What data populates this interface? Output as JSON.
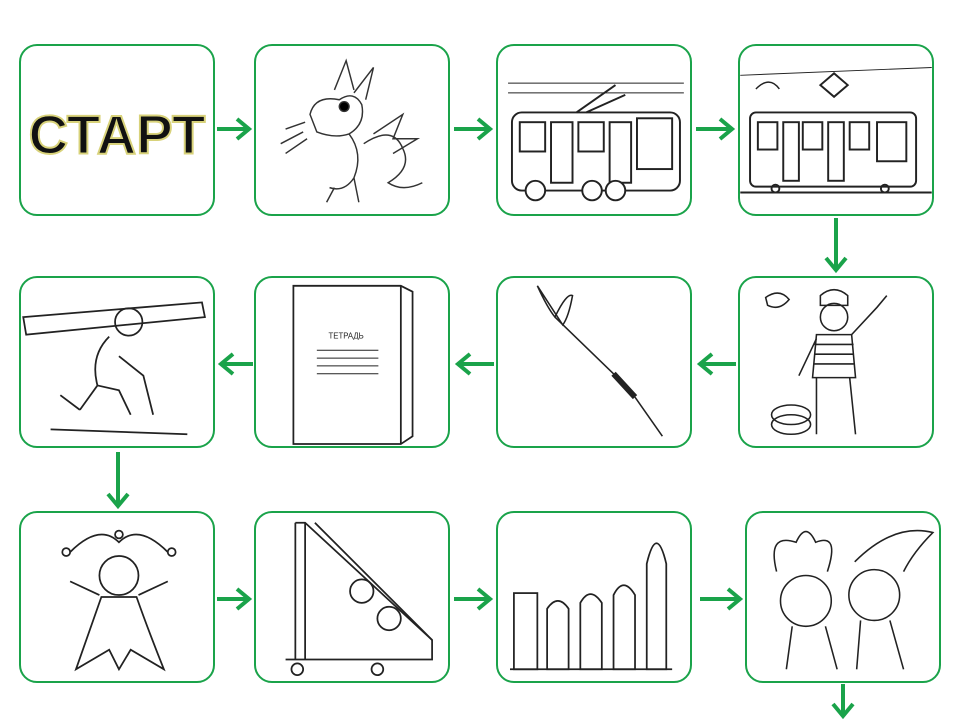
{
  "board": {
    "accent_color": "#1aa34a",
    "cards": [
      {
        "id": "start",
        "label": "СТАРТ",
        "icon": "start-label"
      },
      {
        "id": "dragon",
        "icon": "dragon-icon"
      },
      {
        "id": "trolleybus",
        "icon": "trolleybus-icon"
      },
      {
        "id": "tram",
        "icon": "tram-icon"
      },
      {
        "id": "sailor",
        "icon": "sailor-boy-icon"
      },
      {
        "id": "dart",
        "icon": "dart-icon"
      },
      {
        "id": "notebook",
        "label": "ТЕТРАДЬ",
        "icon": "notebook-icon"
      },
      {
        "id": "lumberjack",
        "icon": "lumberjack-icon"
      },
      {
        "id": "jester",
        "icon": "jester-icon"
      },
      {
        "id": "ladder",
        "icon": "boarding-ladder-icon"
      },
      {
        "id": "cartridges",
        "icon": "cartridges-icon"
      },
      {
        "id": "trolls",
        "icon": "trolls-icon"
      }
    ],
    "path_order": [
      "start",
      "dragon",
      "trolleybus",
      "tram",
      "sailor",
      "dart",
      "notebook",
      "lumberjack",
      "jester",
      "ladder",
      "cartridges",
      "trolls"
    ]
  }
}
